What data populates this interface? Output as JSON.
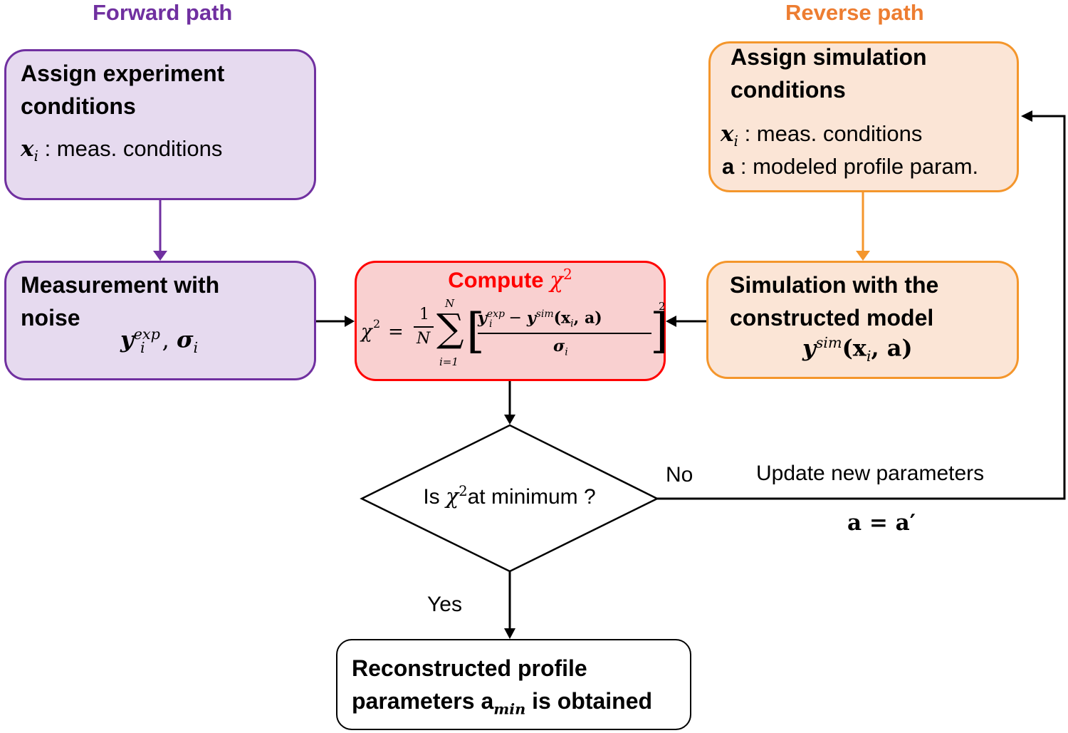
{
  "lanes": {
    "forward": {
      "title": "Forward path",
      "color": "#7030a0"
    },
    "reverse": {
      "title": "Reverse path",
      "color": "#ed7d31"
    }
  },
  "colors": {
    "forward_fill": "#e6daef",
    "forward_border": "#7030a0",
    "reverse_fill": "#fbe5d6",
    "reverse_border": "#f4962c",
    "compute_fill": "#f9d0d0",
    "compute_border": "#ff0000",
    "compute_title": "#ff0000",
    "neutral_border": "#000000"
  },
  "boxes": {
    "assign_experiment": {
      "title": "Assign experiment conditions",
      "var": "x",
      "var_sub": "i",
      "desc": ": meas. conditions"
    },
    "measurement": {
      "title": "Measurement with noise",
      "y_sup": "exp",
      "y_sub": "i",
      "sigma_sub": "i"
    },
    "compute": {
      "title": "Compute",
      "chi": "χ",
      "chi_sup": "2",
      "formula_lhs": "χ",
      "formula_lhs_sup": "2",
      "frac_num": "1",
      "frac_den": "N",
      "sum_top": "N",
      "sum_bottom": "i=1",
      "y_exp_sup": "exp",
      "y_exp_sub": "i",
      "minus": "−",
      "y_sim_sup": "sim",
      "args": "(x",
      "args_sub": "i",
      "args_rest": ", a)",
      "denominator": "σ",
      "denominator_sub": "i",
      "power": "2"
    },
    "assign_simulation": {
      "title": "Assign simulation conditions",
      "var_x": "x",
      "var_x_sub": "i",
      "desc_x": ": meas. conditions",
      "var_a": "a",
      "desc_a": ": modeled profile param."
    },
    "simulation": {
      "title": "Simulation with the constructed model",
      "y_sup": "sim",
      "args": "(x",
      "args_sub": "i",
      "args_rest": ", a)"
    },
    "decision": {
      "text_pre": "Is ",
      "chi": "χ",
      "chi_sup": "2",
      "text_post": "at minimum ?"
    },
    "result": {
      "line1": "Reconstructed profile",
      "line2_pre": "parameters a",
      "line2_sub": "min",
      "line2_post": " is obtained"
    }
  },
  "labels": {
    "no": "No",
    "yes": "Yes",
    "update": "Update new parameters",
    "update_eq": "a = a′"
  }
}
